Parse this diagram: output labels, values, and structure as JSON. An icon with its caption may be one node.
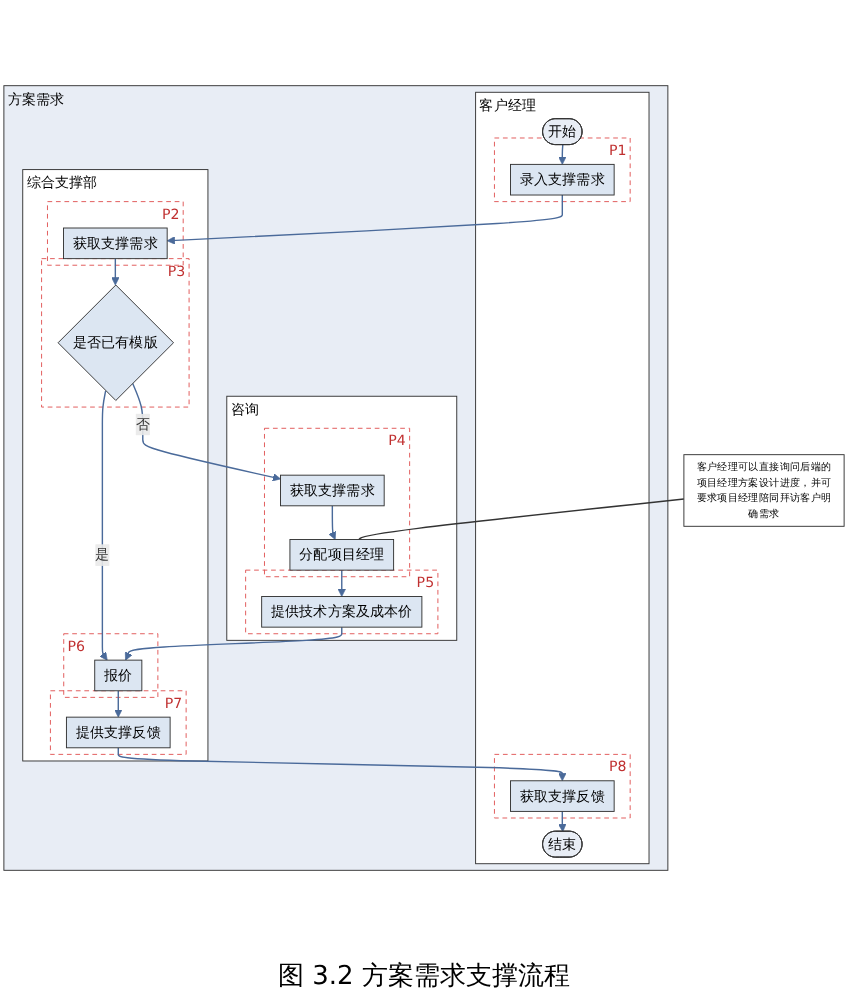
{
  "diagram": {
    "caption": "图 3.2 方案需求支撑流程",
    "nodes": [
      {
        "text": [
          "方案需求"
        ]
      },
      {
        "text": [
          "客户经理"
        ],
        "in": 0
      },
      {
        "text": [
          "开始"
        ],
        "in": 1
      },
      {
        "text": [
          "P1"
        ],
        "in": 1
      },
      {
        "text": [
          "录入支撑需求"
        ],
        "in": 3
      },
      {
        "text": [
          "结束"
        ],
        "in": 1
      },
      {
        "text": [
          "P8"
        ],
        "in": 1
      },
      {
        "text": [
          "获取支撑反馈"
        ],
        "in": 6
      },
      {
        "text": [
          "综合支撑部"
        ],
        "in": 0
      },
      {
        "text": [
          "P2"
        ],
        "in": 8
      },
      {
        "text": [
          "获取支撑需求"
        ],
        "in": 9
      },
      {
        "text": [
          "P7"
        ],
        "in": 8
      },
      {
        "text": [
          "提供支撑反馈"
        ],
        "in": 11
      },
      {
        "text": [
          "P3"
        ],
        "in": 8
      },
      {
        "text": [
          "是否已有模版"
        ],
        "in": 13
      },
      {
        "text": [
          "P6"
        ],
        "in": 8
      },
      {
        "text": [
          "报价"
        ],
        "in": 15
      },
      {
        "text": [
          "咨询"
        ],
        "in": 0
      },
      {
        "text": [
          "P4"
        ],
        "in": 17
      },
      {
        "text": [
          "获取支撑需求"
        ],
        "in": 18
      },
      {
        "text": [
          "分配项目经理"
        ],
        "in": 18
      },
      {
        "text": [
          "P5"
        ],
        "in": 17
      },
      {
        "text": [
          "提供技术方案及成本价"
        ],
        "in": 21
      },
      {
        "text": [
          "客户经理可以直接询问后端的项目经理方案设计进度，并可要求项目经理陪同拜访客户明确需求"
        ]
      }
    ],
    "edges": [
      {
        "from": 2,
        "to": 4,
        "arrow": "to"
      },
      {
        "from": 4,
        "to": 10,
        "arrow": "to"
      },
      {
        "from": 10,
        "to": 14,
        "arrow": "to"
      },
      {
        "from": 14,
        "to": 16,
        "arrow": "to",
        "label": "是"
      },
      {
        "from": 14,
        "to": 19,
        "arrow": "to",
        "label": "否"
      },
      {
        "from": 19,
        "to": 20,
        "arrow": "to"
      },
      {
        "from": 20,
        "to": 22,
        "arrow": "to"
      },
      {
        "from": 22,
        "to": 16,
        "arrow": "to"
      },
      {
        "from": 16,
        "to": 12,
        "arrow": "to"
      },
      {
        "from": 12,
        "to": 7,
        "arrow": "to"
      },
      {
        "from": 7,
        "to": 5,
        "arrow": "to"
      },
      {
        "from": 23,
        "to": 20,
        "arrow": "none",
        "color": "#333333"
      }
    ]
  }
}
